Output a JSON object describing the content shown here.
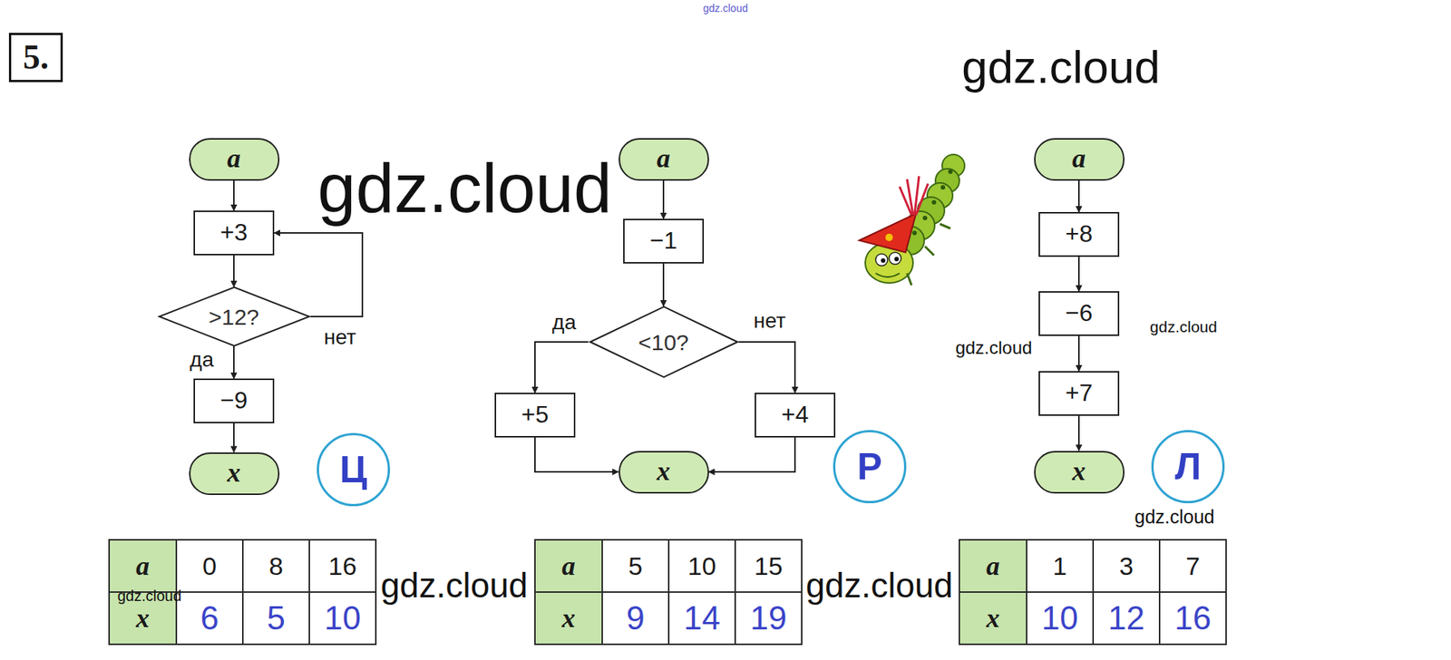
{
  "diagram": {
    "nodes": [
      {
        "text": [
          "5."
        ]
      },
      {
        "text": [
          "a"
        ]
      },
      {
        "text": [
          "+3"
        ]
      },
      {
        "text": [
          ">12?"
        ]
      },
      {
        "text": [
          "−9"
        ]
      },
      {
        "text": [
          "x"
        ]
      },
      {
        "text": [
          "Ц"
        ]
      },
      {
        "text": [
          "a"
        ]
      },
      {
        "text": [
          "−1"
        ]
      },
      {
        "text": [
          "<10?"
        ]
      },
      {
        "text": [
          "+5"
        ]
      },
      {
        "text": [
          "+4"
        ]
      },
      {
        "text": [
          "x"
        ]
      },
      {
        "text": [
          "Р"
        ]
      },
      {
        "text": [
          "a"
        ]
      },
      {
        "text": [
          "+8"
        ]
      },
      {
        "text": [
          "−6"
        ]
      },
      {
        "text": [
          "+7"
        ]
      },
      {
        "text": [
          "x"
        ]
      },
      {
        "text": [
          "Л"
        ]
      }
    ],
    "edges": [
      {
        "from": 1,
        "to": 2,
        "arrow": "to"
      },
      {
        "from": 2,
        "to": 3,
        "arrow": "to"
      },
      {
        "from": 3,
        "to": 4,
        "label": "да",
        "arrow": "to"
      },
      {
        "from": 3,
        "to": 2,
        "label": "нет",
        "arrow": "to"
      },
      {
        "from": 4,
        "to": 5,
        "arrow": "to"
      },
      {
        "from": 7,
        "to": 8,
        "arrow": "to"
      },
      {
        "from": 8,
        "to": 9,
        "arrow": "to"
      },
      {
        "from": 9,
        "to": 10,
        "label": "да",
        "arrow": "to"
      },
      {
        "from": 9,
        "to": 11,
        "label": "нет",
        "arrow": "to"
      },
      {
        "from": 10,
        "to": 12,
        "arrow": "to"
      },
      {
        "from": 11,
        "to": 12,
        "arrow": "to"
      },
      {
        "from": 14,
        "to": 15,
        "arrow": "to"
      },
      {
        "from": 15,
        "to": 16,
        "arrow": "to"
      },
      {
        "from": 16,
        "to": 17,
        "arrow": "to"
      },
      {
        "from": 17,
        "to": 18,
        "arrow": "to"
      }
    ],
    "labels": [
      "gdz.cloud",
      "gdz.cloud",
      "gdz.cloud",
      "gdz.cloud",
      "gdz.cloud",
      "gdz.cloud",
      "a",
      "0",
      "8",
      "16",
      "x",
      "6",
      "5",
      "10",
      "gdz.cloud",
      "gdz.cloud",
      "a",
      "5",
      "10",
      "15",
      "x",
      "9",
      "14",
      "19",
      "gdz.cloud",
      "a",
      "1",
      "3",
      "7",
      "x",
      "10",
      "12",
      "16"
    ]
  }
}
